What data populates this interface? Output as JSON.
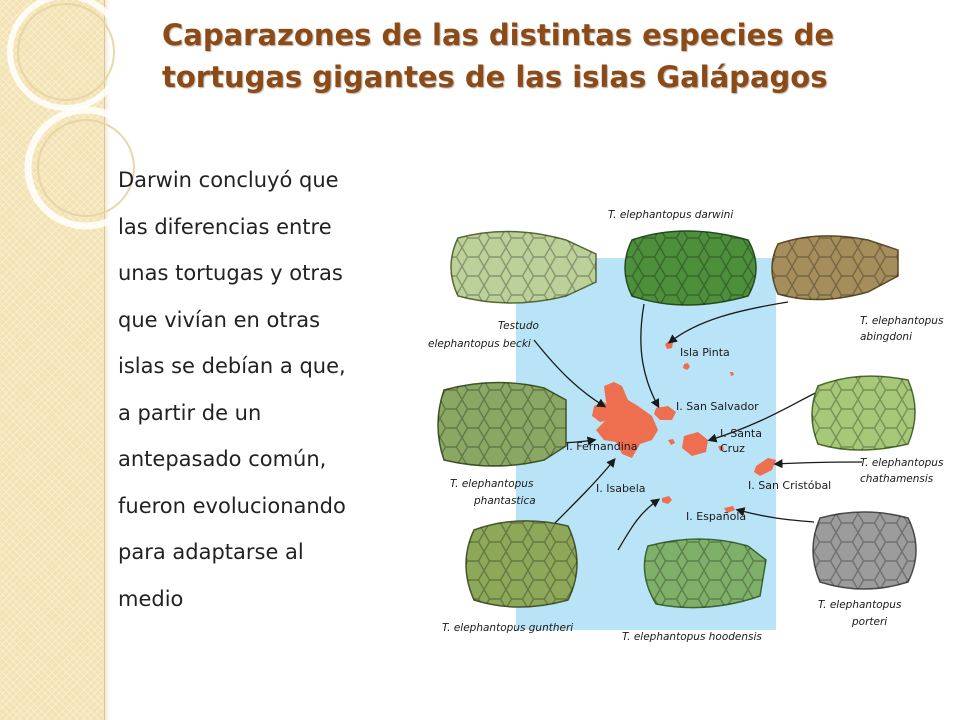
{
  "title": {
    "line1": "Caparazones de las distintas especies de",
    "line2": "tortugas gigantes de las islas Galápagos"
  },
  "body_lines": [
    "Darwin concluyó que",
    "las diferencias entre",
    "unas tortugas y otras",
    "que vivían en otras",
    "islas se debían a que,",
    "a partir de un",
    "antepasado común,",
    "fueron evolucionando",
    "para adaptarse al",
    "medio"
  ],
  "figure": {
    "colors": {
      "sea": "#b9e4f7",
      "island": "#ee6e50",
      "accent_brown": "#8c4a17",
      "band": "#f3e3b3"
    },
    "species": {
      "darwini": "T. elephantopus darwini",
      "becki_1": "Testudo",
      "becki_2": "elephantopus becki",
      "abingdoni_1": "T. elephantopus",
      "abingdoni_2": "abingdoni",
      "phantastica_1": "T. elephantopus",
      "phantastica_2": "phantastica",
      "chathamensis_1": "T. elephantopus",
      "chathamensis_2": "chathamensis",
      "guntheri": "T. elephantopus guntheri",
      "hoodensis": "T. elephantopus hoodensis",
      "porteri_1": "T. elephantopus",
      "porteri_2": "porteri"
    },
    "islands": {
      "pinta": "Isla Pinta",
      "san_salvador": "I. San Salvador",
      "fernandina": "I. Fernandina",
      "santa_cruz_1": "I. Santa",
      "santa_cruz_2": "Cruz",
      "isabela": "I. Isabela",
      "san_cristobal": "I. San Cristóbal",
      "espanola": "I. Española"
    }
  }
}
